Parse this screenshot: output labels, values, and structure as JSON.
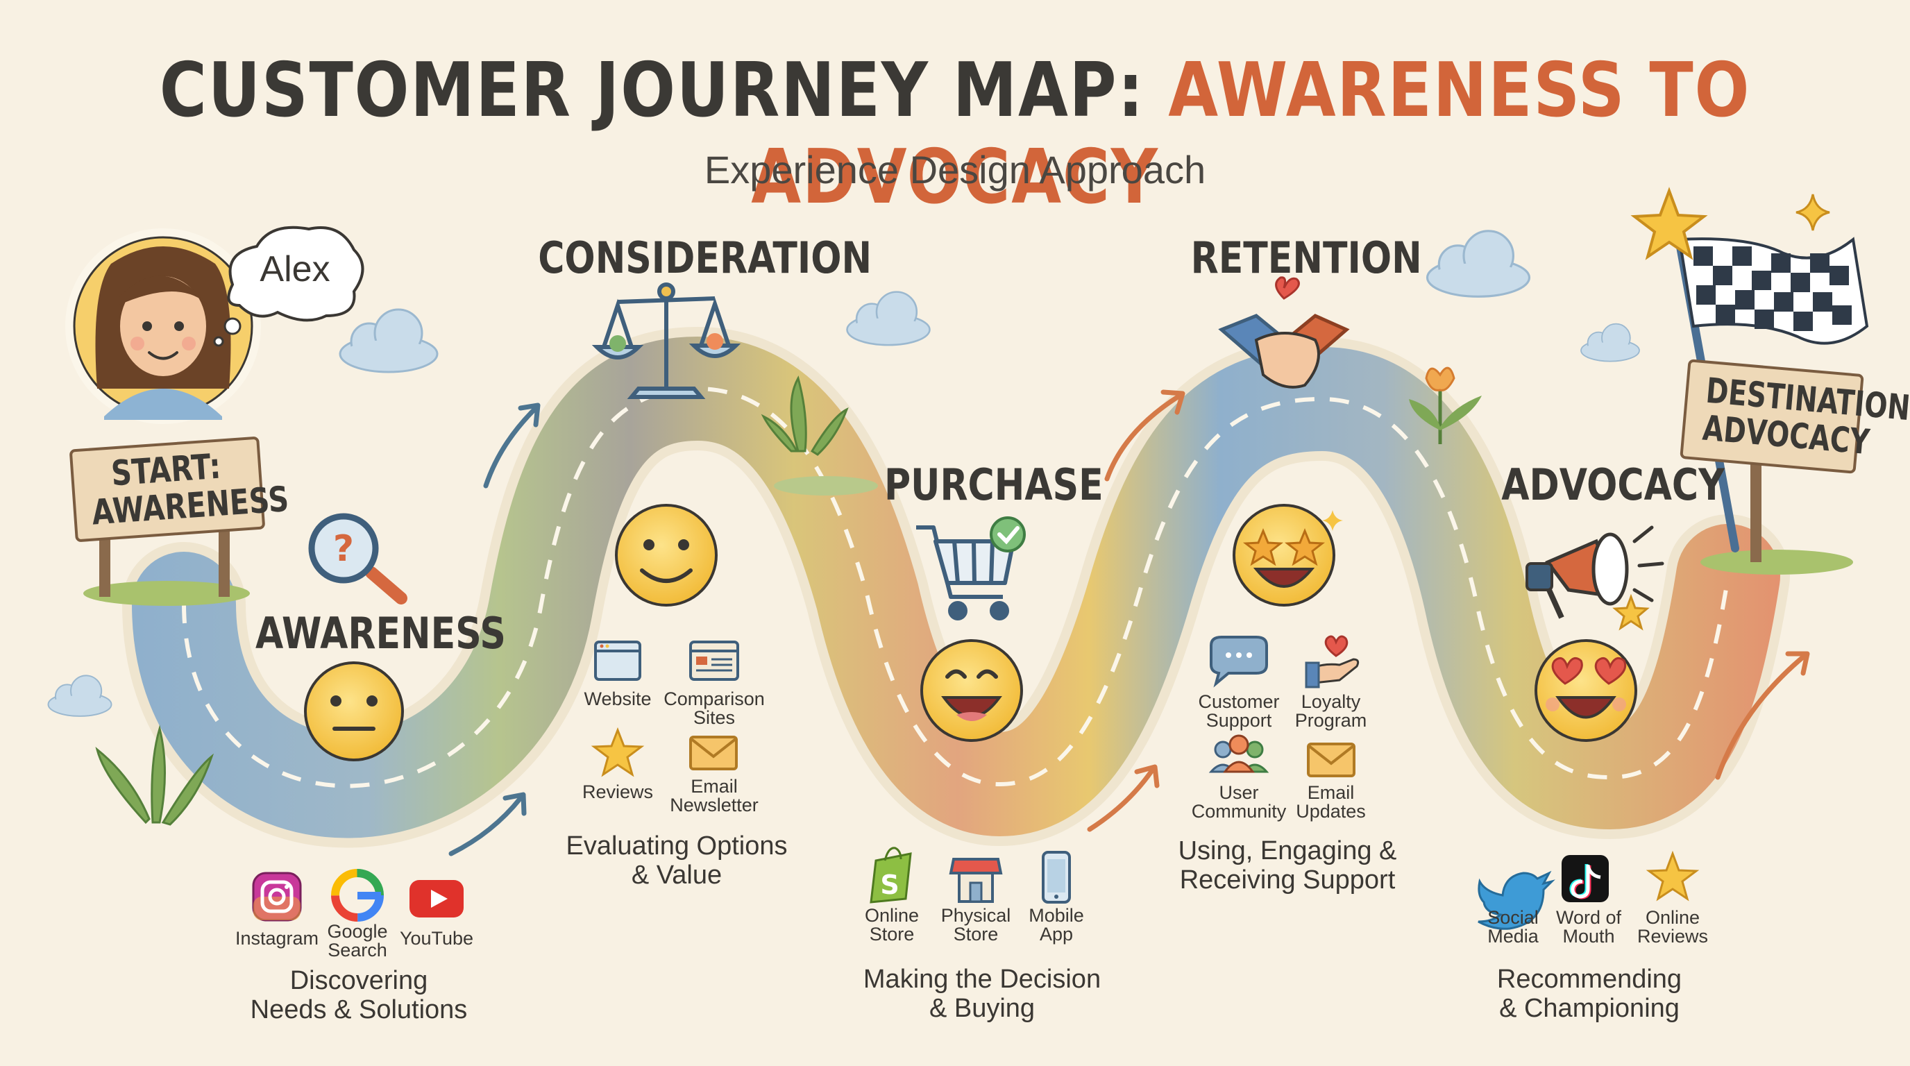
{
  "title": {
    "main": "CUSTOMER JOURNEY MAP: ",
    "accent": "AWARENESS TO ADVOCACY"
  },
  "subtitle": "Experience Design Approach",
  "persona": {
    "name": "Alex"
  },
  "signs": {
    "start": "START:\nAWARENESS",
    "destination": "DESTINATION:\nADVOCACY"
  },
  "stages": [
    {
      "label": "AWARENESS",
      "caption": "Discovering\nNeeds & Solutions",
      "channels": [
        {
          "icon": "instagram-icon",
          "label": "Instagram"
        },
        {
          "icon": "google-icon",
          "label": "Google\nSearch"
        },
        {
          "icon": "youtube-icon",
          "label": "YouTube"
        }
      ]
    },
    {
      "label": "CONSIDERATION",
      "caption": "Evaluating Options\n& Value",
      "channels": [
        {
          "icon": "website-icon",
          "label": "Website"
        },
        {
          "icon": "comparison-icon",
          "label": "Comparison\nSites"
        },
        {
          "icon": "star-icon",
          "label": "Reviews"
        },
        {
          "icon": "envelope-icon",
          "label": "Email\nNewsletter"
        }
      ]
    },
    {
      "label": "PURCHASE",
      "caption": "Making the Decision\n& Buying",
      "channels": [
        {
          "icon": "shopify-icon",
          "label": "Online\nStore"
        },
        {
          "icon": "storefront-icon",
          "label": "Physical\nStore"
        },
        {
          "icon": "phone-icon",
          "label": "Mobile\nApp"
        }
      ]
    },
    {
      "label": "RETENTION",
      "caption": "Using, Engaging &\nReceiving Support",
      "channels": [
        {
          "icon": "chat-bubble-icon",
          "label": "Customer\nSupport"
        },
        {
          "icon": "heart-hand-icon",
          "label": "Loyalty\nProgram"
        },
        {
          "icon": "community-icon",
          "label": "User\nCommunity"
        },
        {
          "icon": "envelope-icon",
          "label": "Email\nUpdates"
        }
      ]
    },
    {
      "label": "ADVOCACY",
      "caption": "Recommending\n& Championing",
      "channels": [
        {
          "icon": "twitter-icon",
          "label": "Social\nMedia"
        },
        {
          "icon": "tiktok-icon",
          "label": "Word of\nMouth"
        },
        {
          "icon": "star-icon",
          "label": "Online\nReviews"
        }
      ]
    }
  ],
  "emotions": [
    "neutral-face-icon",
    "smiling-face-icon",
    "grinning-face-icon",
    "star-eyes-face-icon",
    "heart-eyes-face-icon"
  ],
  "colors": {
    "background": "#f8f1e3",
    "title_dark": "#3b3935",
    "title_accent": "#d2653a",
    "road_blue": "#8fb0cc",
    "road_grey": "#a8a49a",
    "road_green": "#b6c48e",
    "road_orange": "#e2a57f",
    "road_yellow": "#e8c870",
    "emoji_yellow": "#f7cf4d",
    "arrow": "#4d7590"
  }
}
